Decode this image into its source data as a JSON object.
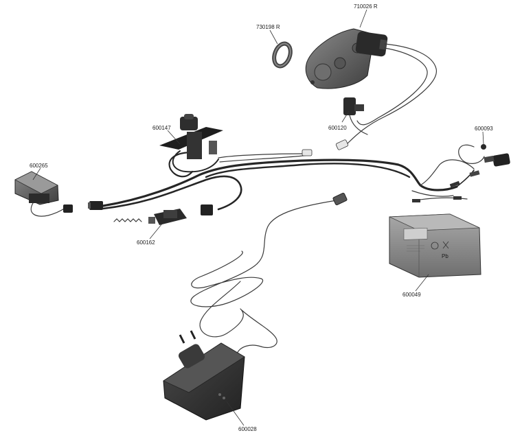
{
  "parts": {
    "motor_gearbox": "710026 R",
    "motor_ring": "730198 R",
    "motor_plug": "600120",
    "forward_reverse_switch": "600147",
    "fuse_holder": "600093",
    "foot_pedal_switch": "600265",
    "spring_switch": "600162",
    "battery": "600049",
    "charger": "600028"
  },
  "battery_label": {
    "pb_symbol": "Pb"
  },
  "colors": {
    "component_fill": "#5a5a5a",
    "component_dark": "#2a2a2a",
    "battery_fill": "#8c8c8c",
    "wire": "#262626"
  }
}
